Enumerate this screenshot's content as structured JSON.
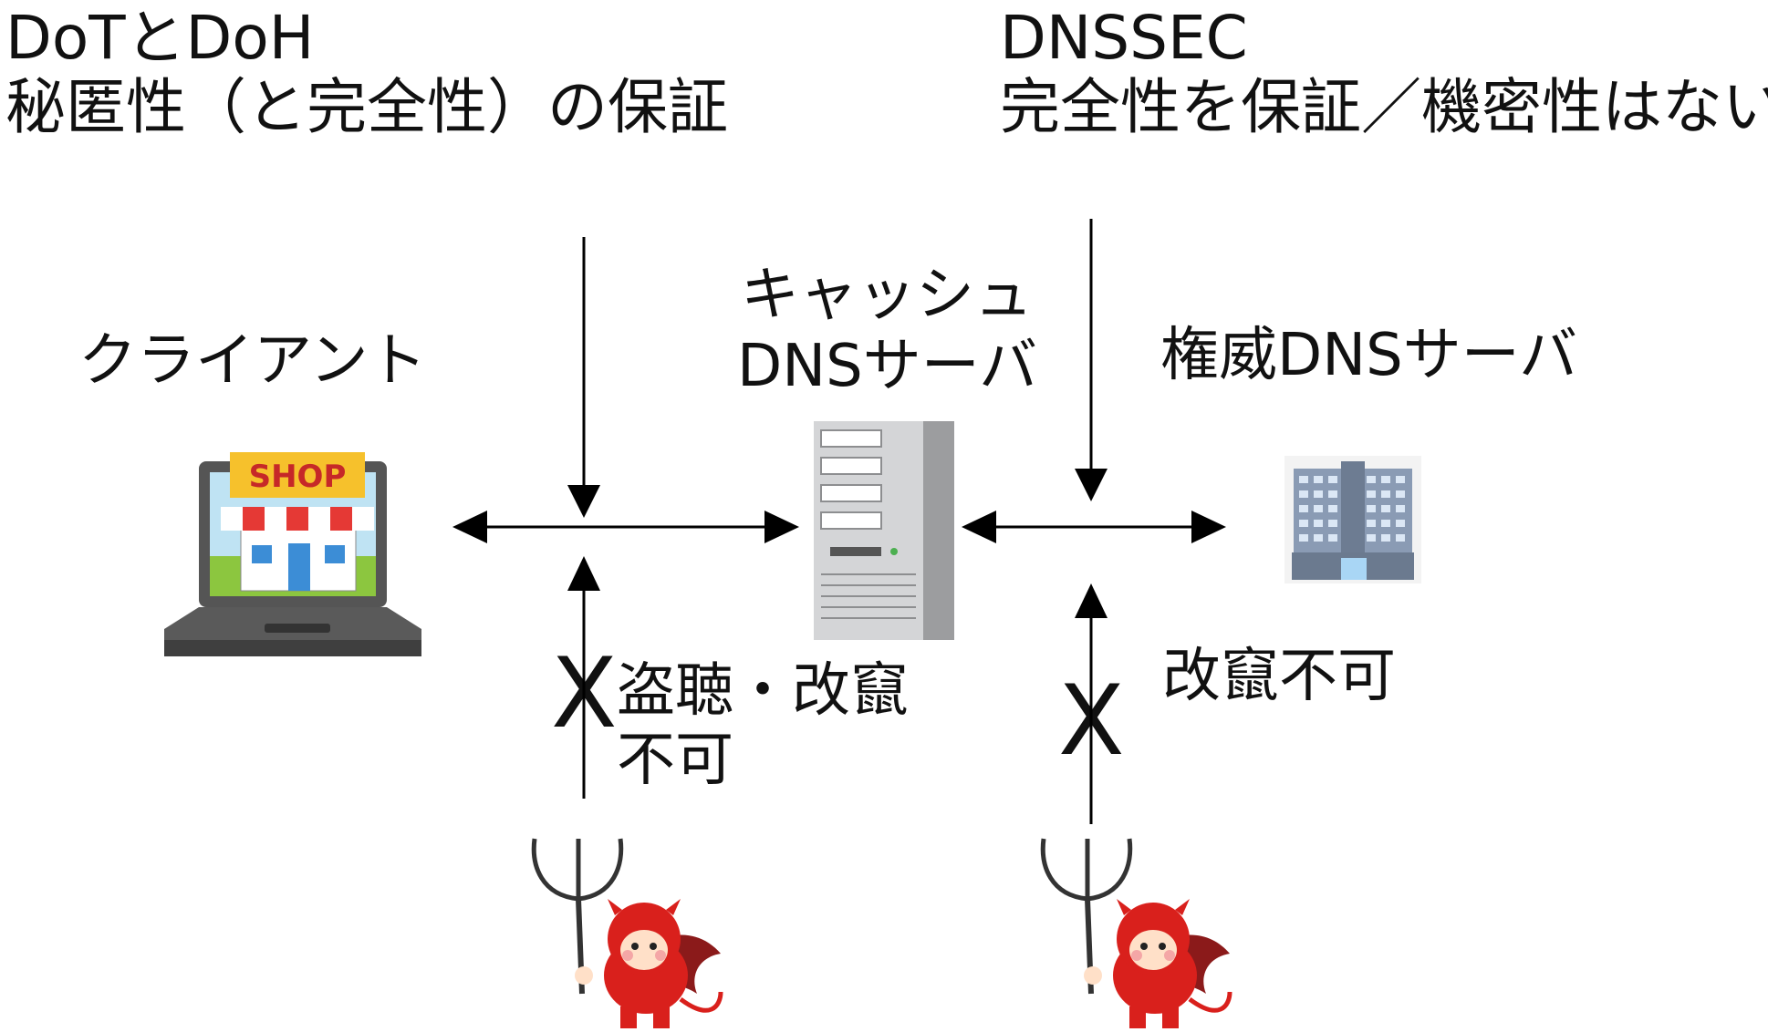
{
  "header_left": {
    "line1": "DoTとDoH",
    "line2": "秘匿性（と完全性）の保証"
  },
  "header_right": {
    "line1": "DNSSEC",
    "line2": "完全性を保証／機密性はない"
  },
  "nodes": {
    "client": {
      "label": "クライアント",
      "icon": "laptop-shop-icon"
    },
    "cache_server": {
      "label_line1": "キャッシュ",
      "label_line2": "DNSサーバ",
      "icon": "server-tower-icon"
    },
    "auth_server": {
      "label": "権威DNSサーバ",
      "icon": "office-building-icon"
    }
  },
  "shop_sign": "SHOP",
  "attacks": {
    "left": {
      "mark": "X",
      "line1": "盗聴・改竄",
      "line2": "不可",
      "icon": "devil-icon"
    },
    "right": {
      "mark": "X",
      "line1": "改竄不可",
      "icon": "devil-icon"
    }
  },
  "colors": {
    "shop_sign": "#f6c12c",
    "devil": "#d9201c",
    "building": "#7e8da3",
    "server": "#9ea0a3"
  }
}
